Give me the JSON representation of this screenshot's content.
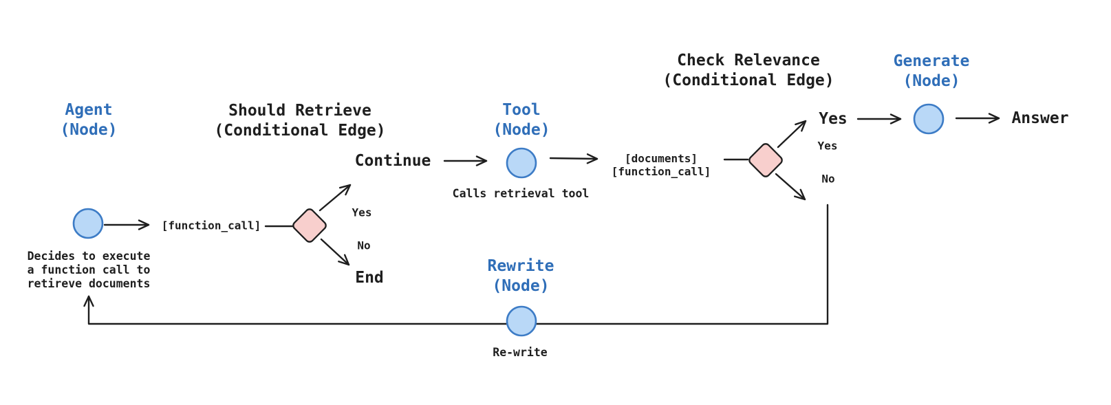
{
  "nodes": {
    "agent": {
      "title": "Agent",
      "subtitle": "(Node)",
      "caption_lines": [
        "Decides to execute",
        "a function call to",
        "retireve documents"
      ]
    },
    "should_retrieve": {
      "title": "Should Retrieve",
      "subtitle": "(Conditional Edge)"
    },
    "tool": {
      "title": "Tool",
      "subtitle": "(Node)",
      "caption": "Calls retrieval tool"
    },
    "check_relevance": {
      "title": "Check Relevance",
      "subtitle": "(Conditional Edge)"
    },
    "generate": {
      "title": "Generate",
      "subtitle": "(Node)"
    },
    "rewrite": {
      "title": "Rewrite",
      "subtitle": "(Node)",
      "caption": "Re-write"
    }
  },
  "edge_labels": {
    "function_call": "[function_call]",
    "documents": "[documents]",
    "documents_function_call": "[function_call]",
    "continue": "Continue",
    "retrieve_yes": "Yes",
    "retrieve_no": "No",
    "end": "End",
    "relevance_yes_flow": "Yes",
    "relevance_yes": "Yes",
    "relevance_no": "No",
    "answer": "Answer"
  },
  "colors": {
    "node_title_blue": "#2f6eb8",
    "text_dark": "#1e1e1e",
    "circle_fill": "#b9d8f7",
    "circle_stroke": "#3d7cc6",
    "diamond_fill": "#f8cfcd",
    "diamond_stroke": "#1f1f1f",
    "line": "#1e1e1e",
    "background": "#ffffff"
  }
}
